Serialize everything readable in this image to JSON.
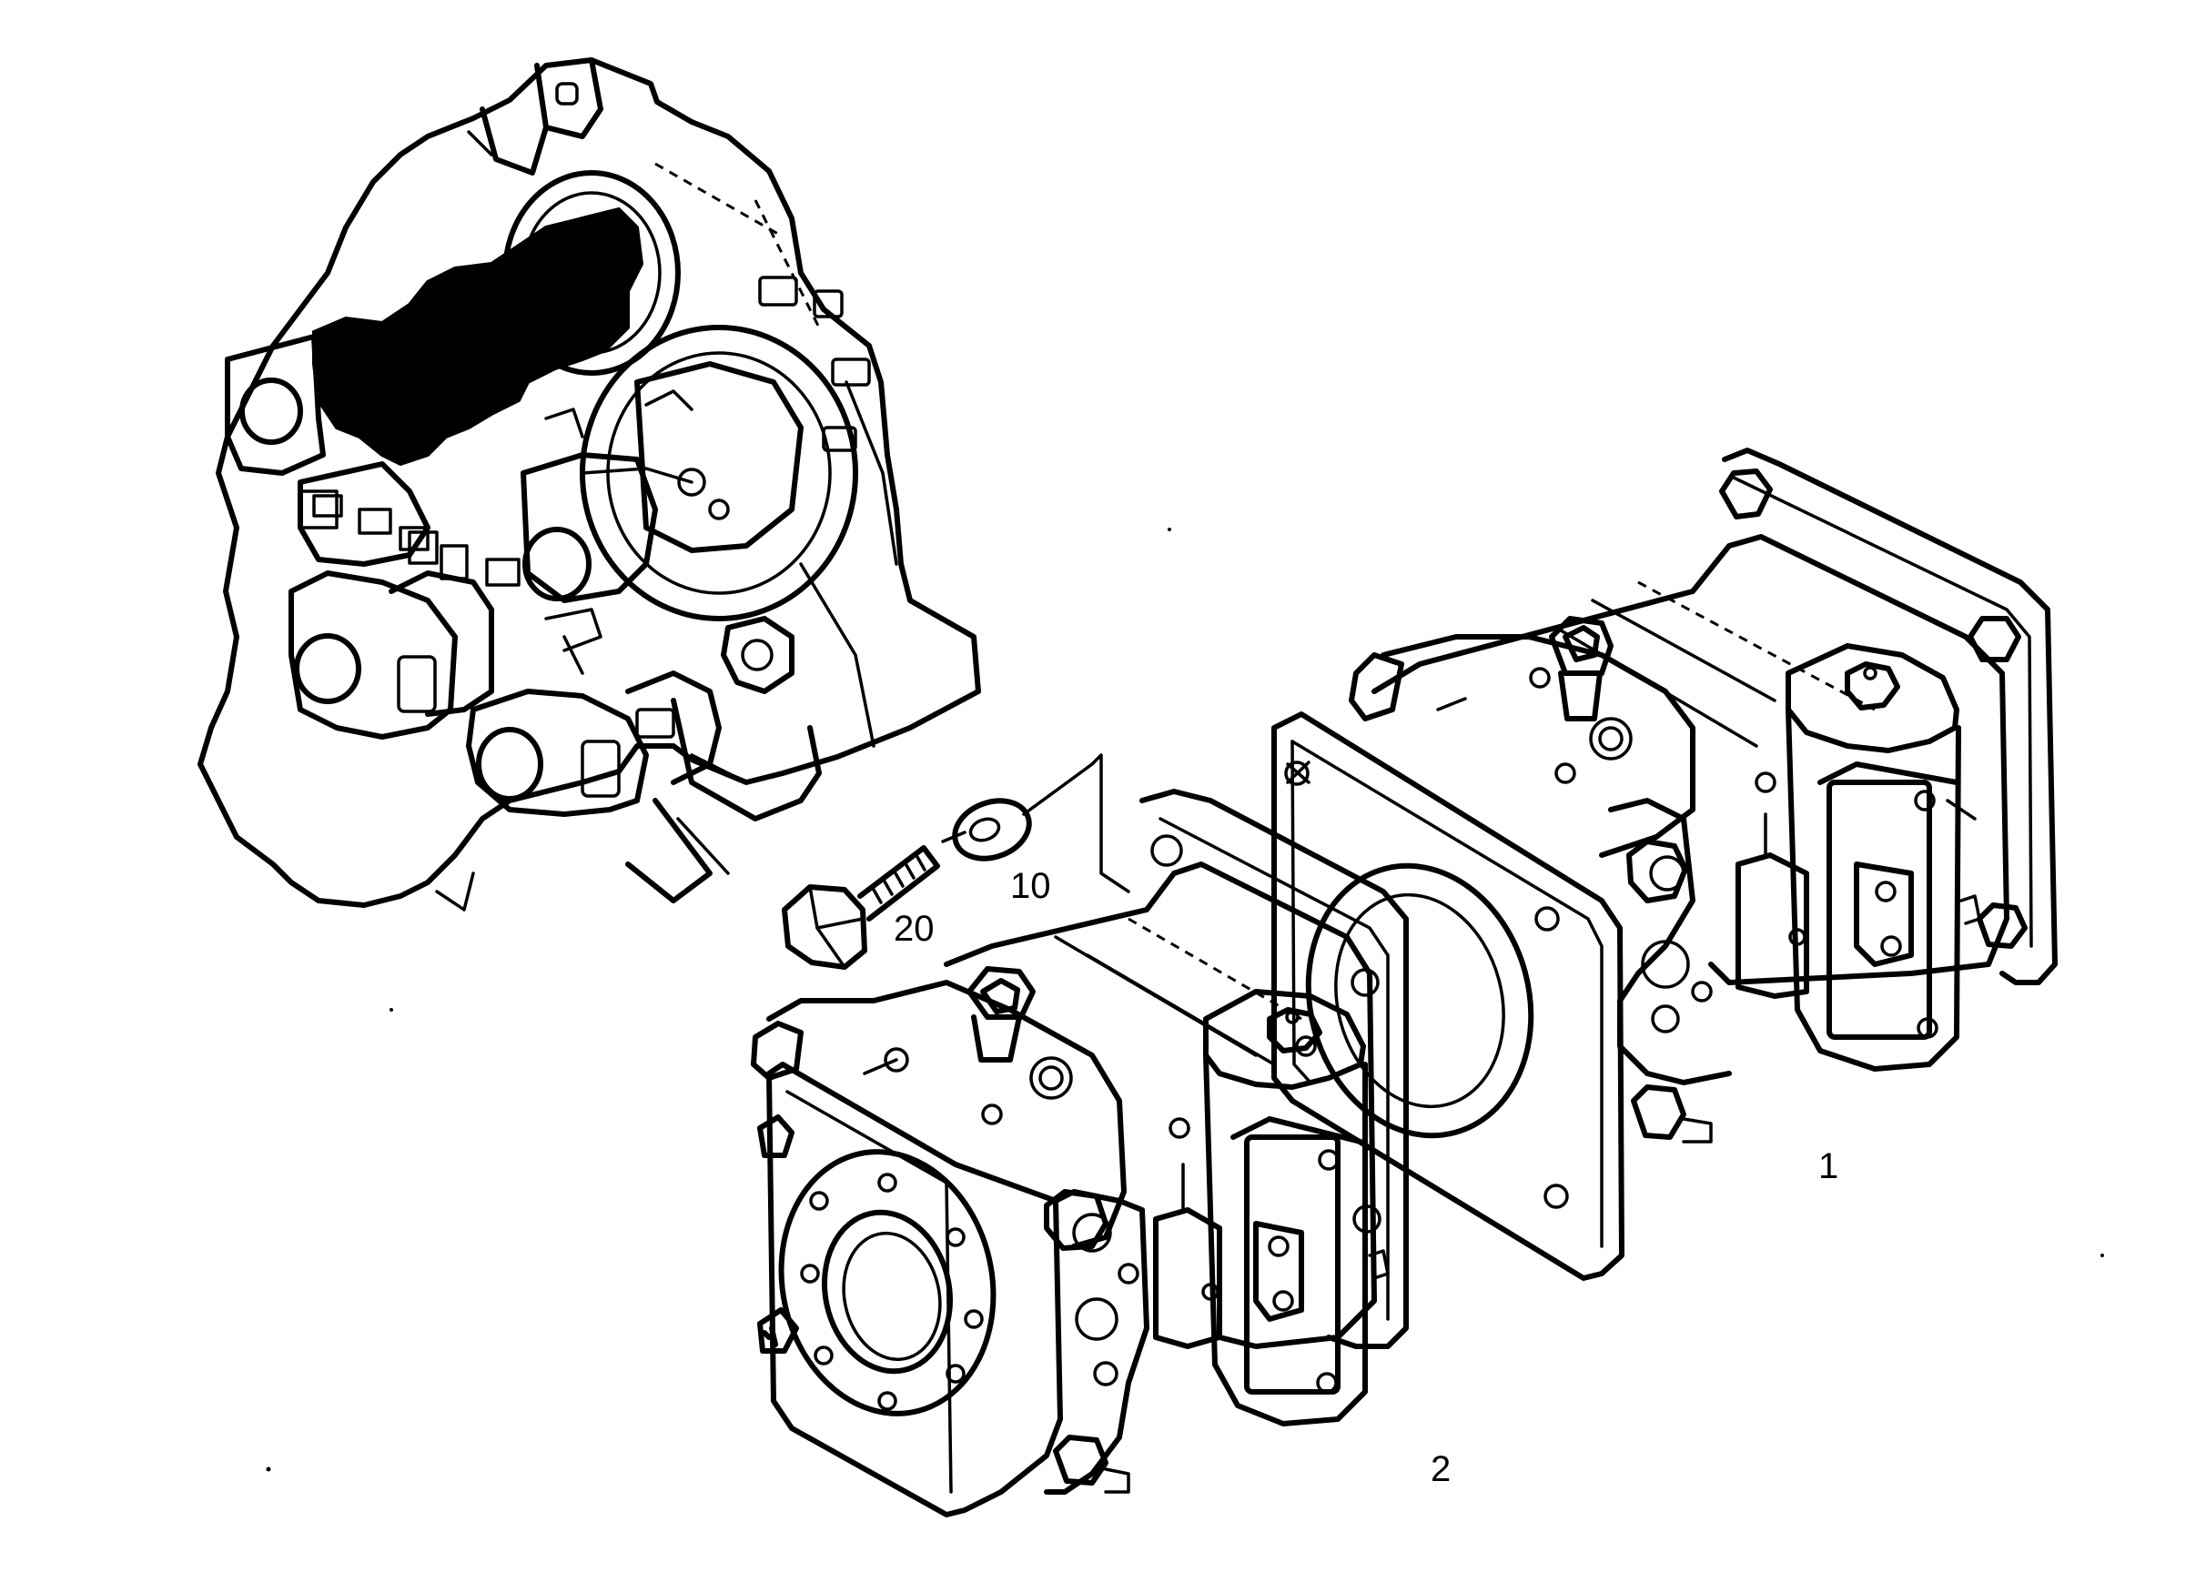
{
  "callouts": {
    "c1": "1",
    "c2": "2",
    "c10": "10",
    "c20": "20"
  },
  "colors": {
    "ink": "#000000",
    "paper": "#ffffff"
  }
}
